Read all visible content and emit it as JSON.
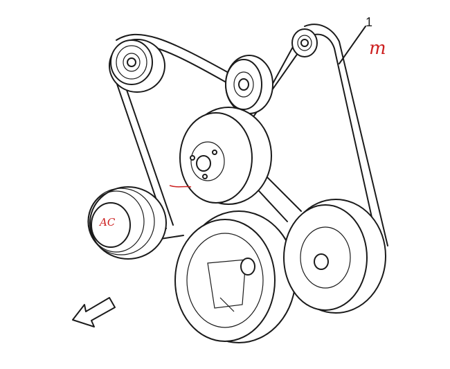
{
  "diagram": {
    "callout_label": "1",
    "handwritten_m": "m",
    "handwritten_ac": "AC",
    "annotation_color": "#cc1f1f",
    "line_color": "#1a1a1a"
  }
}
